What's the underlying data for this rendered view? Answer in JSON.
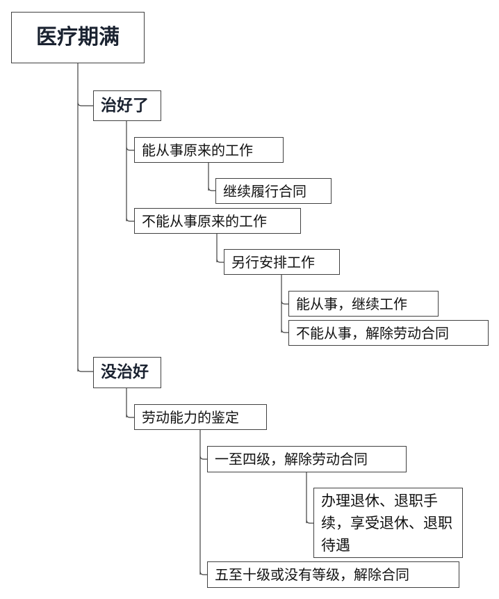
{
  "root": "医疗期满",
  "branches": {
    "cured": "治好了",
    "cured_can_do": "能从事原来的工作",
    "continue_contract": "继续履行合同",
    "cured_cannot_do": "不能从事原来的工作",
    "reassign": "另行安排工作",
    "can_do_continue": "能从事，继续工作",
    "cannot_do_terminate": "不能从事，解除劳动合同",
    "not_cured": "没治好",
    "ability_assessment": "劳动能力的鉴定",
    "grade_1_4": "一至四级，解除劳动合同",
    "retirement": "办理退休、退职手续，享受退休、退职待遇",
    "grade_5_10": "五至十级或没有等级，解除合同"
  },
  "colors": {
    "line": "#404040",
    "border": "#404040",
    "main_text": "#1a2230"
  }
}
